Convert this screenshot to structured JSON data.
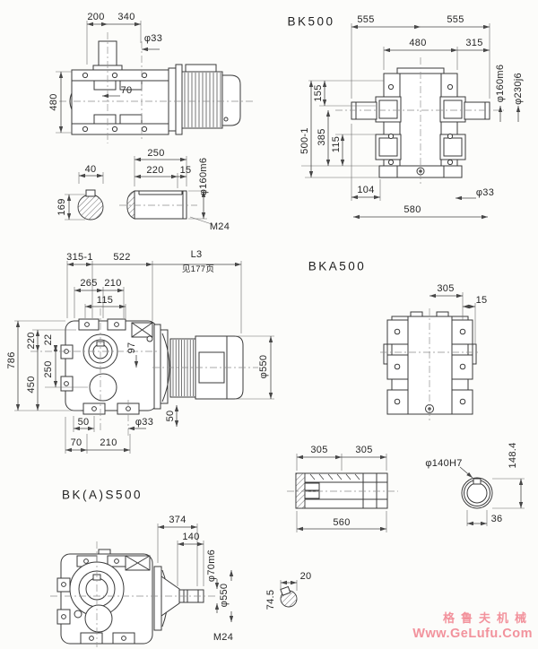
{
  "watermark": {
    "line1": "格鲁夫机械",
    "line2": "Www.GeLufu.Com",
    "color": "#f2929c"
  },
  "views": {
    "input_view": {
      "dims": {
        "d200": "200",
        "d340": "340",
        "dphi33": "φ33",
        "d480": "480",
        "d70": "70"
      }
    },
    "bk500": {
      "title": "BK500",
      "dims": {
        "d555a": "555",
        "d555b": "555",
        "d480": "480",
        "d315": "315",
        "dphi160": "φ160m6",
        "dphi230": "φ230j6",
        "d155": "155",
        "d500": "500-1",
        "d385": "385",
        "d115": "115",
        "d104": "104",
        "dphi33": "φ33",
        "d580": "580"
      }
    },
    "shaft_detail": {
      "dims": {
        "d40": "40",
        "d250": "250",
        "d220": "220",
        "d15": "15",
        "dphi160": "φ160m6",
        "d169": "169",
        "m24": "M24"
      }
    },
    "side_view": {
      "dims": {
        "d315_1": "315-1",
        "d522": "522",
        "l3": "L3",
        "l3_note": "见177页",
        "d265": "265",
        "d210": "210",
        "d115": "115",
        "d786": "786",
        "d220": "220",
        "d22": "22",
        "d250": "250",
        "d450": "450",
        "d97": "97",
        "dphi550": "φ550",
        "d50a": "50",
        "dphi33": "φ33",
        "d50b": "50",
        "d70": "70",
        "d210b": "210"
      }
    },
    "bka500": {
      "title": "BKA500",
      "dims": {
        "d305": "305",
        "d15": "15"
      }
    },
    "hollow_shaft": {
      "dims": {
        "d305a": "305",
        "d305b": "305",
        "d560": "560",
        "dphi140": "φ140H7",
        "d148": "148.4",
        "d36": "36"
      }
    },
    "bkas500": {
      "title": "BK(A)S500",
      "dims": {
        "d374": "374",
        "d140": "140",
        "dphi70": "φ70m6",
        "dphi550": "φ550",
        "m24": "M24"
      }
    },
    "key_detail": {
      "dims": {
        "d20": "20",
        "d74": "74.5"
      }
    }
  }
}
